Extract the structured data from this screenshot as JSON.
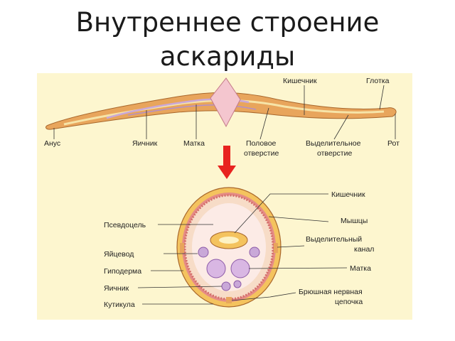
{
  "title_line1": "Внутреннее строение",
  "title_line2": "аскариды",
  "longitudinal_labels": {
    "intestine": "Кишечник",
    "pharynx": "Глотка",
    "anus": "Анус",
    "ovary": "Яичник",
    "uterus": "Матка",
    "genital_opening_1": "Половое",
    "genital_opening_2": "отверстие",
    "excretory_opening_1": "Выделительное",
    "excretory_opening_2": "отверстие",
    "mouth": "Рот"
  },
  "cross_section_labels": {
    "intestine": "Кишечник",
    "muscles": "Мышцы",
    "excretory_canal_1": "Выделительный",
    "excretory_canal_2": "канал",
    "uterus": "Матка",
    "nerve_cord_1": "Брюшная нервная",
    "nerve_cord_2": "цепочка",
    "pseudocoel": "Псевдоцель",
    "oviduct": "Яйцевод",
    "hypodermis": "Гиподерма",
    "ovary": "Яичник",
    "cuticle": "Кутикула"
  },
  "colors": {
    "panel": "#fdf6cf",
    "body": "#e8a55c",
    "outline": "#a8672c",
    "arrow": "#e8231f",
    "organ": "#c9a8d8",
    "muscle": "#e58c86"
  }
}
